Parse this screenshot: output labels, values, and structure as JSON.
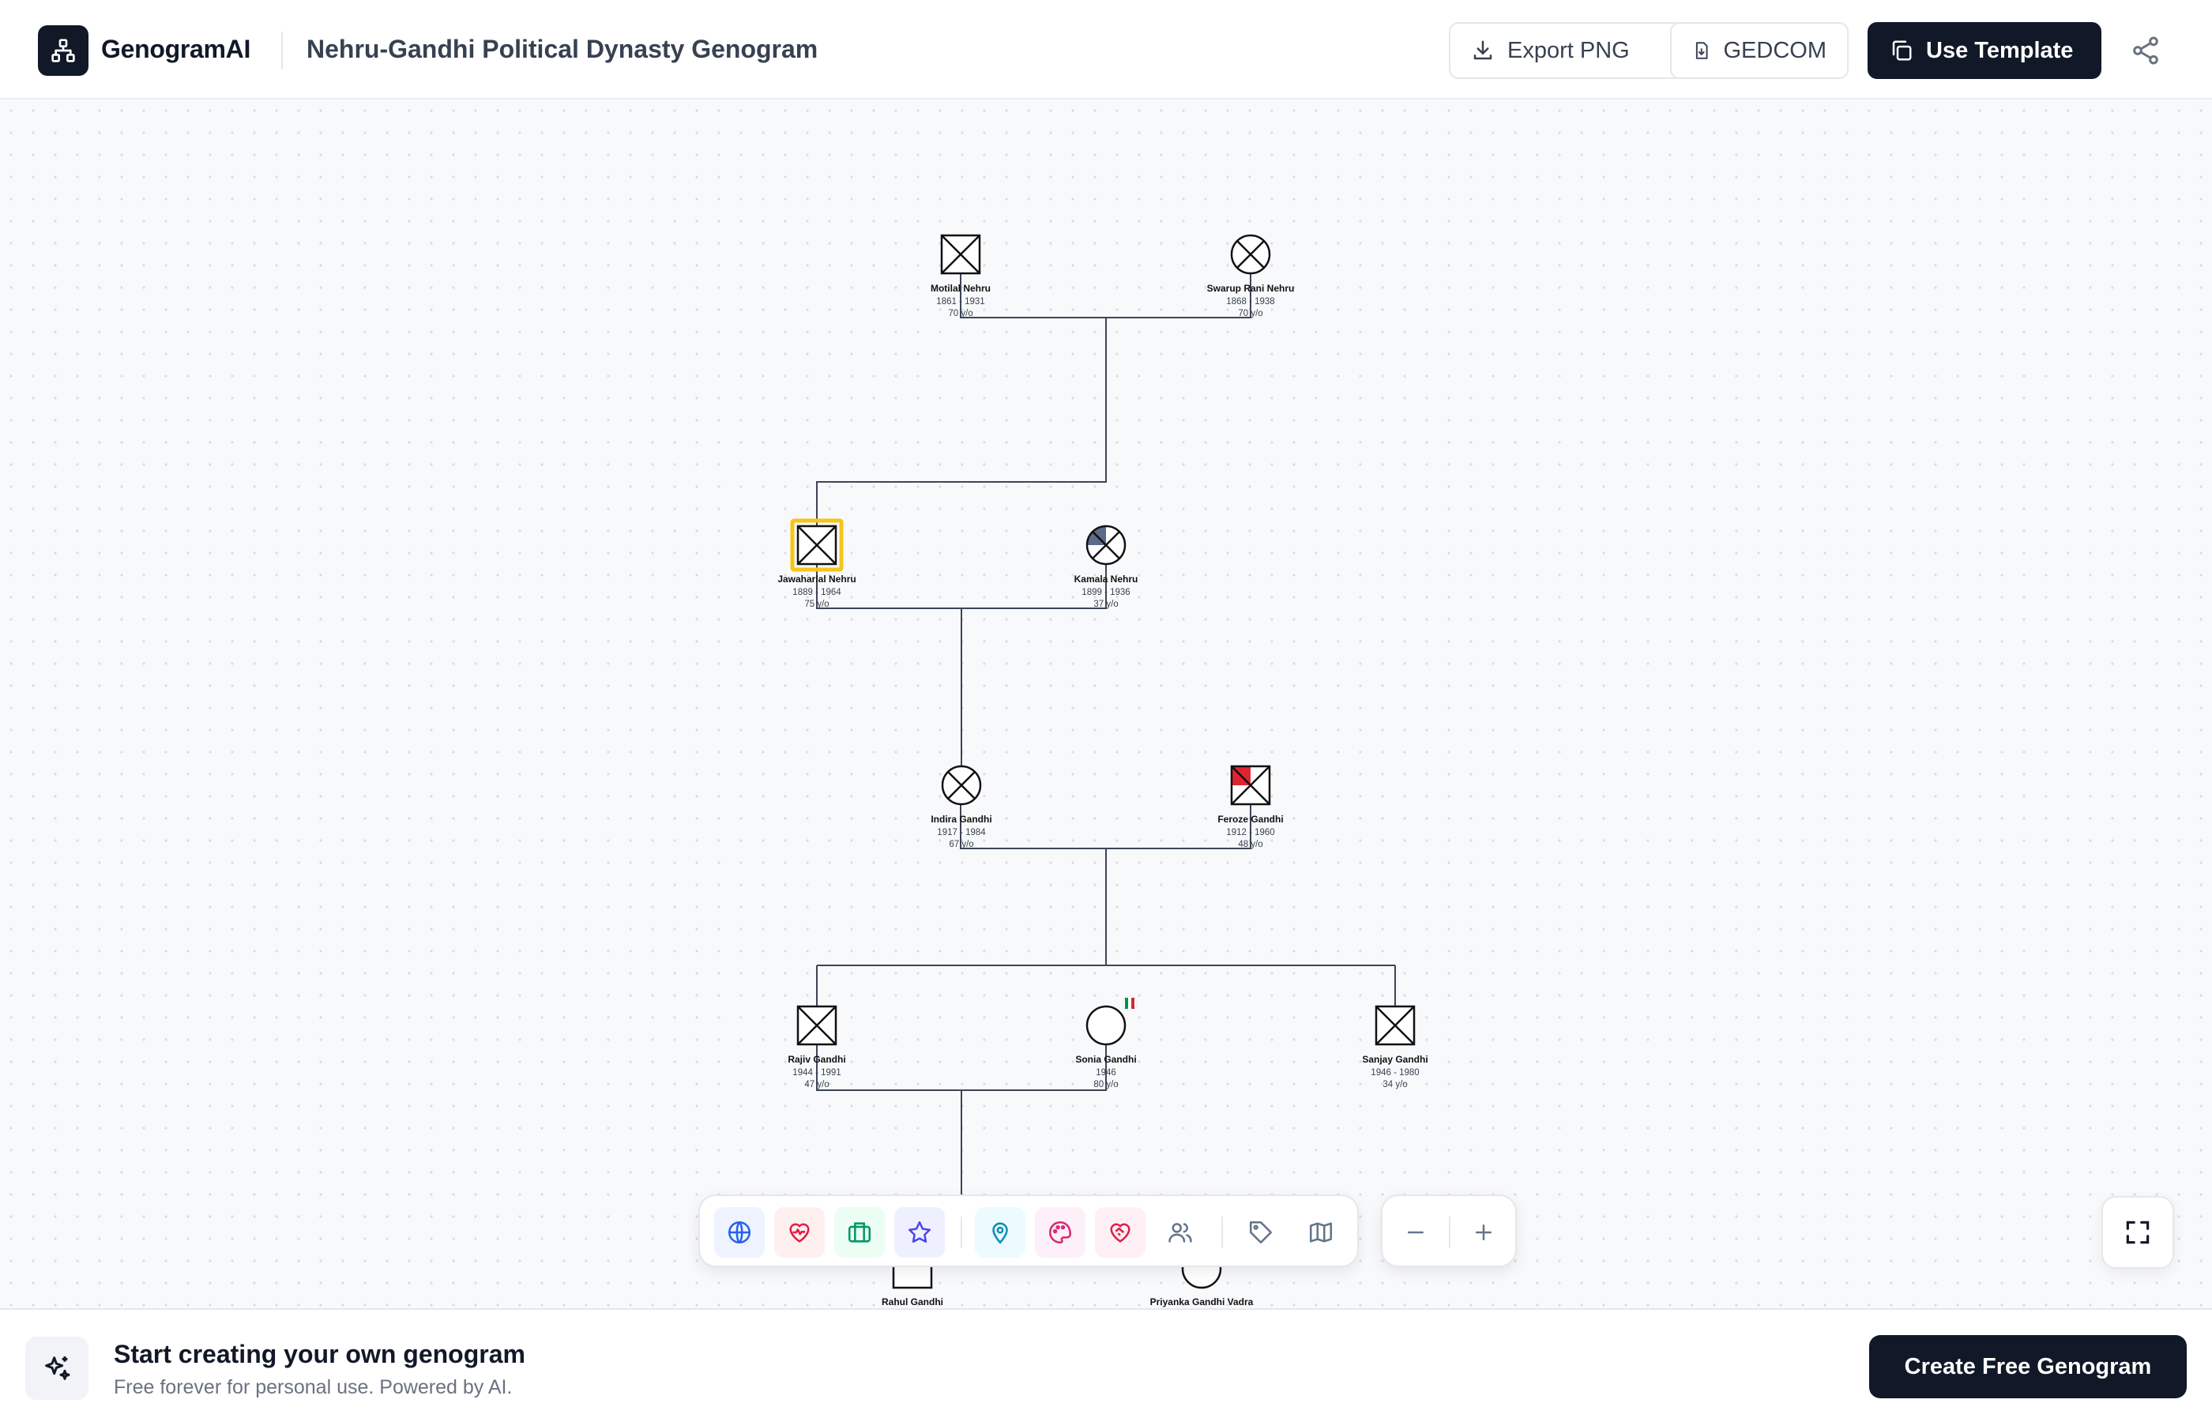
{
  "header": {
    "brand": "GenogramAI",
    "title": "Nehru-Gandhi Political Dynasty Genogram",
    "export_png_label": "Export PNG",
    "gedcom_label": "GEDCOM",
    "use_template_label": "Use Template"
  },
  "people": {
    "motilal": {
      "name": "Motilal Nehru",
      "years": "1861 - 1931",
      "age": "70 y/o"
    },
    "swarup": {
      "name": "Swarup Rani Nehru",
      "years": "1868 - 1938",
      "age": "70 y/o"
    },
    "jawaharlal": {
      "name": "Jawaharlal Nehru",
      "years": "1889 - 1964",
      "age": "75 y/o"
    },
    "kamala": {
      "name": "Kamala Nehru",
      "years": "1899 - 1936",
      "age": "37 y/o"
    },
    "indira": {
      "name": "Indira Gandhi",
      "years": "1917 - 1984",
      "age": "67 y/o"
    },
    "feroze": {
      "name": "Feroze Gandhi",
      "years": "1912 - 1960",
      "age": "48 y/o"
    },
    "rajiv": {
      "name": "Rajiv Gandhi",
      "years": "1944 - 1991",
      "age": "47 y/o"
    },
    "sonia": {
      "name": "Sonia Gandhi",
      "years": "1946",
      "age": "80 y/o"
    },
    "sanjay": {
      "name": "Sanjay Gandhi",
      "years": "1946 - 1980",
      "age": "34 y/o"
    },
    "rahul": {
      "name": "Rahul Gandhi"
    },
    "priyanka": {
      "name": "Priyanka Gandhi Vadra"
    }
  },
  "toolbar": {
    "tools": [
      "globe-icon",
      "heart-pulse-icon",
      "briefcase-icon",
      "star-icon",
      "map-pin-icon",
      "palette-icon",
      "heart-handshake-icon",
      "users-icon",
      "tag-icon",
      "map-icon"
    ]
  },
  "zoom": {
    "out_icon": "minus-icon",
    "in_icon": "plus-icon"
  },
  "footer": {
    "title": "Start creating your own genogram",
    "subtitle": "Free forever for personal use. Powered by AI.",
    "cta_label": "Create Free Genogram"
  },
  "colors": {
    "accent": "#111827",
    "highlight": "#f5c518",
    "flag_green": "#009246",
    "flag_red": "#ce2b37",
    "condition_red": "#e0242f",
    "condition_slate": "#5c6b8a"
  }
}
